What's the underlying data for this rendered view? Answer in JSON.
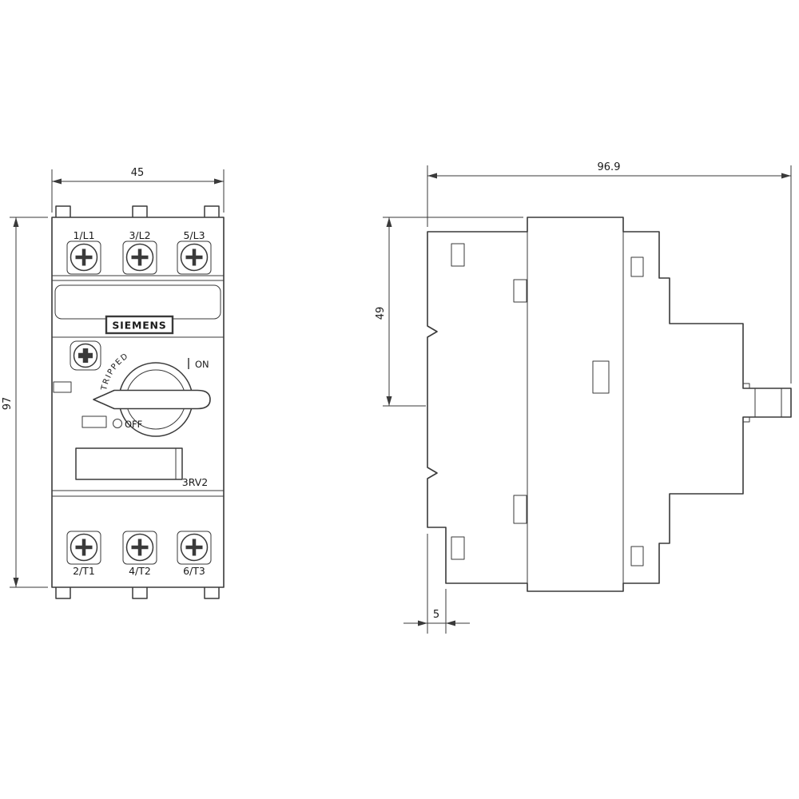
{
  "drawing": {
    "front": {
      "dim_width": "45",
      "dim_height": "97",
      "brand": "SIEMENS",
      "model": "3RV2",
      "top_terminals": [
        "1/L1",
        "3/L2",
        "5/L3"
      ],
      "bottom_terminals": [
        "2/T1",
        "4/T2",
        "6/T3"
      ],
      "switch": {
        "tripped": "TRIPPED",
        "on": "ON",
        "off": "OFF"
      }
    },
    "side": {
      "dim_width": "96.9",
      "dim_height": "49",
      "dim_offset": "5"
    }
  },
  "colors": {
    "line": "#3a3a3a",
    "background": "#ffffff"
  }
}
